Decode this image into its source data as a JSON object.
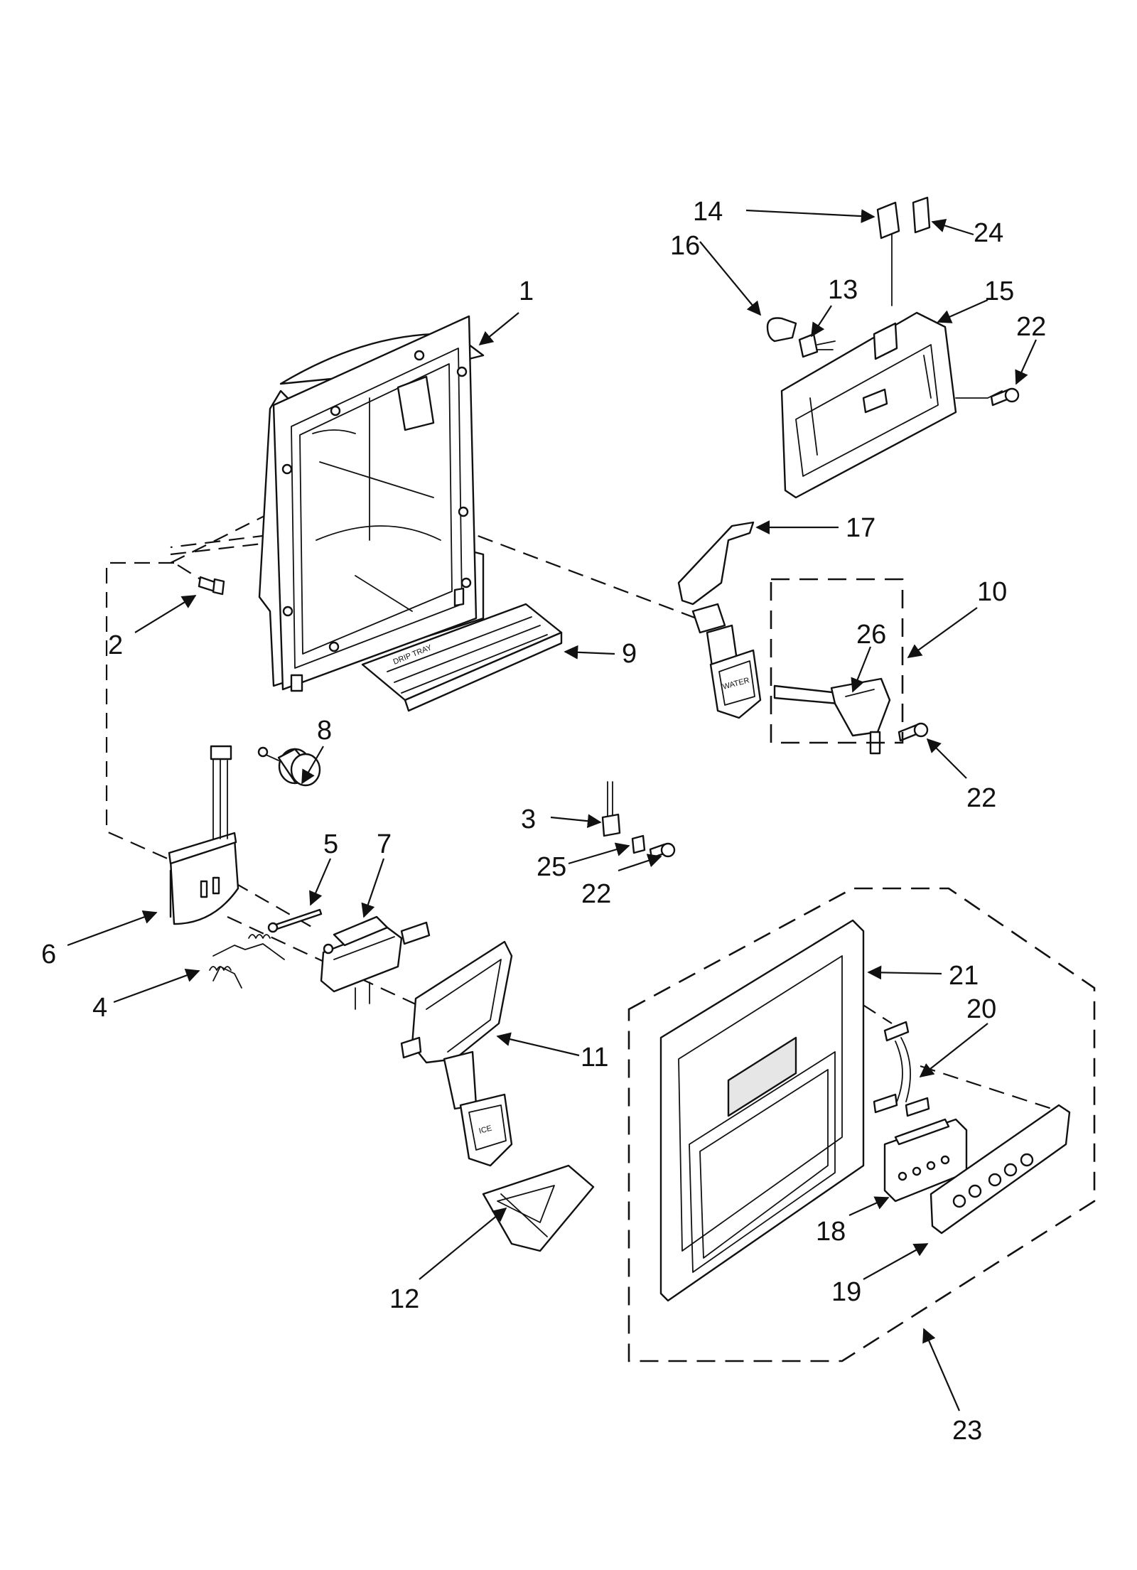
{
  "callouts": [
    {
      "id": "c1",
      "text": "1"
    },
    {
      "id": "c2",
      "text": "2"
    },
    {
      "id": "c3",
      "text": "3"
    },
    {
      "id": "c4",
      "text": "4"
    },
    {
      "id": "c5",
      "text": "5"
    },
    {
      "id": "c6",
      "text": "6"
    },
    {
      "id": "c7",
      "text": "7"
    },
    {
      "id": "c8",
      "text": "8"
    },
    {
      "id": "c9",
      "text": "9"
    },
    {
      "id": "c10",
      "text": "10"
    },
    {
      "id": "c11",
      "text": "11"
    },
    {
      "id": "c12",
      "text": "12"
    },
    {
      "id": "c13",
      "text": "13"
    },
    {
      "id": "c14",
      "text": "14"
    },
    {
      "id": "c15",
      "text": "15"
    },
    {
      "id": "c16",
      "text": "16"
    },
    {
      "id": "c17",
      "text": "17"
    },
    {
      "id": "c18",
      "text": "18"
    },
    {
      "id": "c19",
      "text": "19"
    },
    {
      "id": "c20",
      "text": "20"
    },
    {
      "id": "c21",
      "text": "21"
    },
    {
      "id": "c22a",
      "text": "22"
    },
    {
      "id": "c22b",
      "text": "22"
    },
    {
      "id": "c22c",
      "text": "22"
    },
    {
      "id": "c23",
      "text": "23"
    },
    {
      "id": "c24",
      "text": "24"
    },
    {
      "id": "c25",
      "text": "25"
    },
    {
      "id": "c26",
      "text": "26"
    }
  ],
  "part_text": {
    "ice": "ICE",
    "water": "WATER"
  },
  "colors": {
    "ink": "#111111",
    "paper": "#ffffff"
  }
}
